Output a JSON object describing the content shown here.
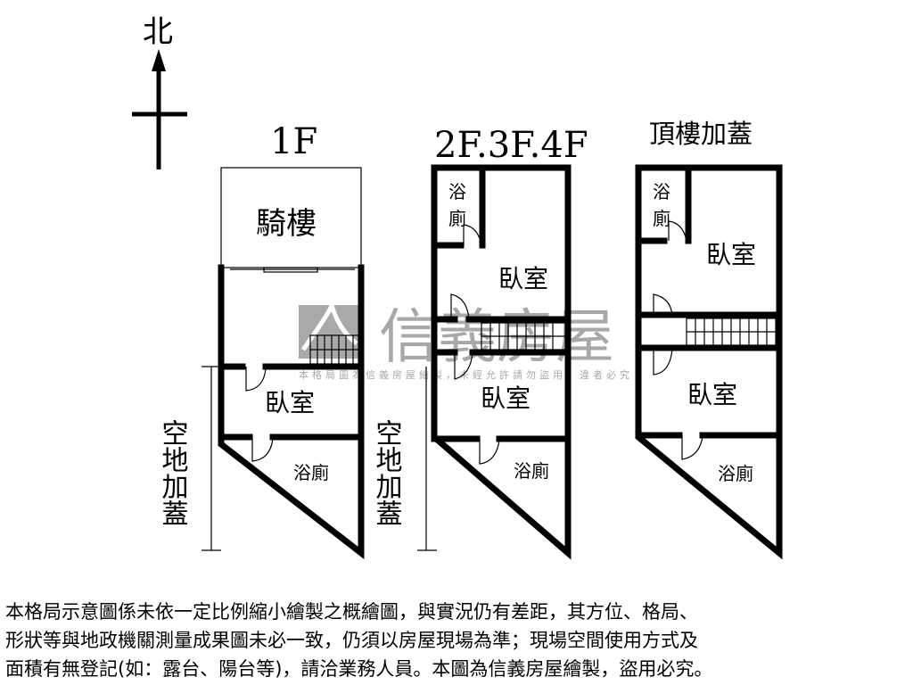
{
  "compass": {
    "label": "北"
  },
  "floors": [
    {
      "title": "1F",
      "rooms": [
        "騎樓",
        "臥室",
        "浴廁"
      ],
      "side_label": "空地加蓋"
    },
    {
      "title": "2F.3F.4F",
      "rooms": [
        "浴",
        "廁",
        "臥室",
        "臥室",
        "浴廁"
      ],
      "side_label": "空地加蓋"
    },
    {
      "title": "頂樓加蓋",
      "rooms": [
        "浴",
        "廁",
        "臥室",
        "臥室",
        "浴廁"
      ]
    }
  ],
  "watermark": {
    "brand": "信義房屋",
    "notice": "本格局圖為信義房屋繪製，未經允許請勿盜用，違者必究"
  },
  "disclaimer": [
    "本格局示意圖係未依一定比例縮小繪製之概繪圖，與實況仍有差距，其方位、格局、",
    "形狀等與地政機關測量成果圖未必一致，仍須以房屋現場為準；現場空間使用方式及",
    "面積有無登記(如：露台、陽台等)，請洽業務人員。本圖為信義房屋繪製，盜用必究。"
  ]
}
